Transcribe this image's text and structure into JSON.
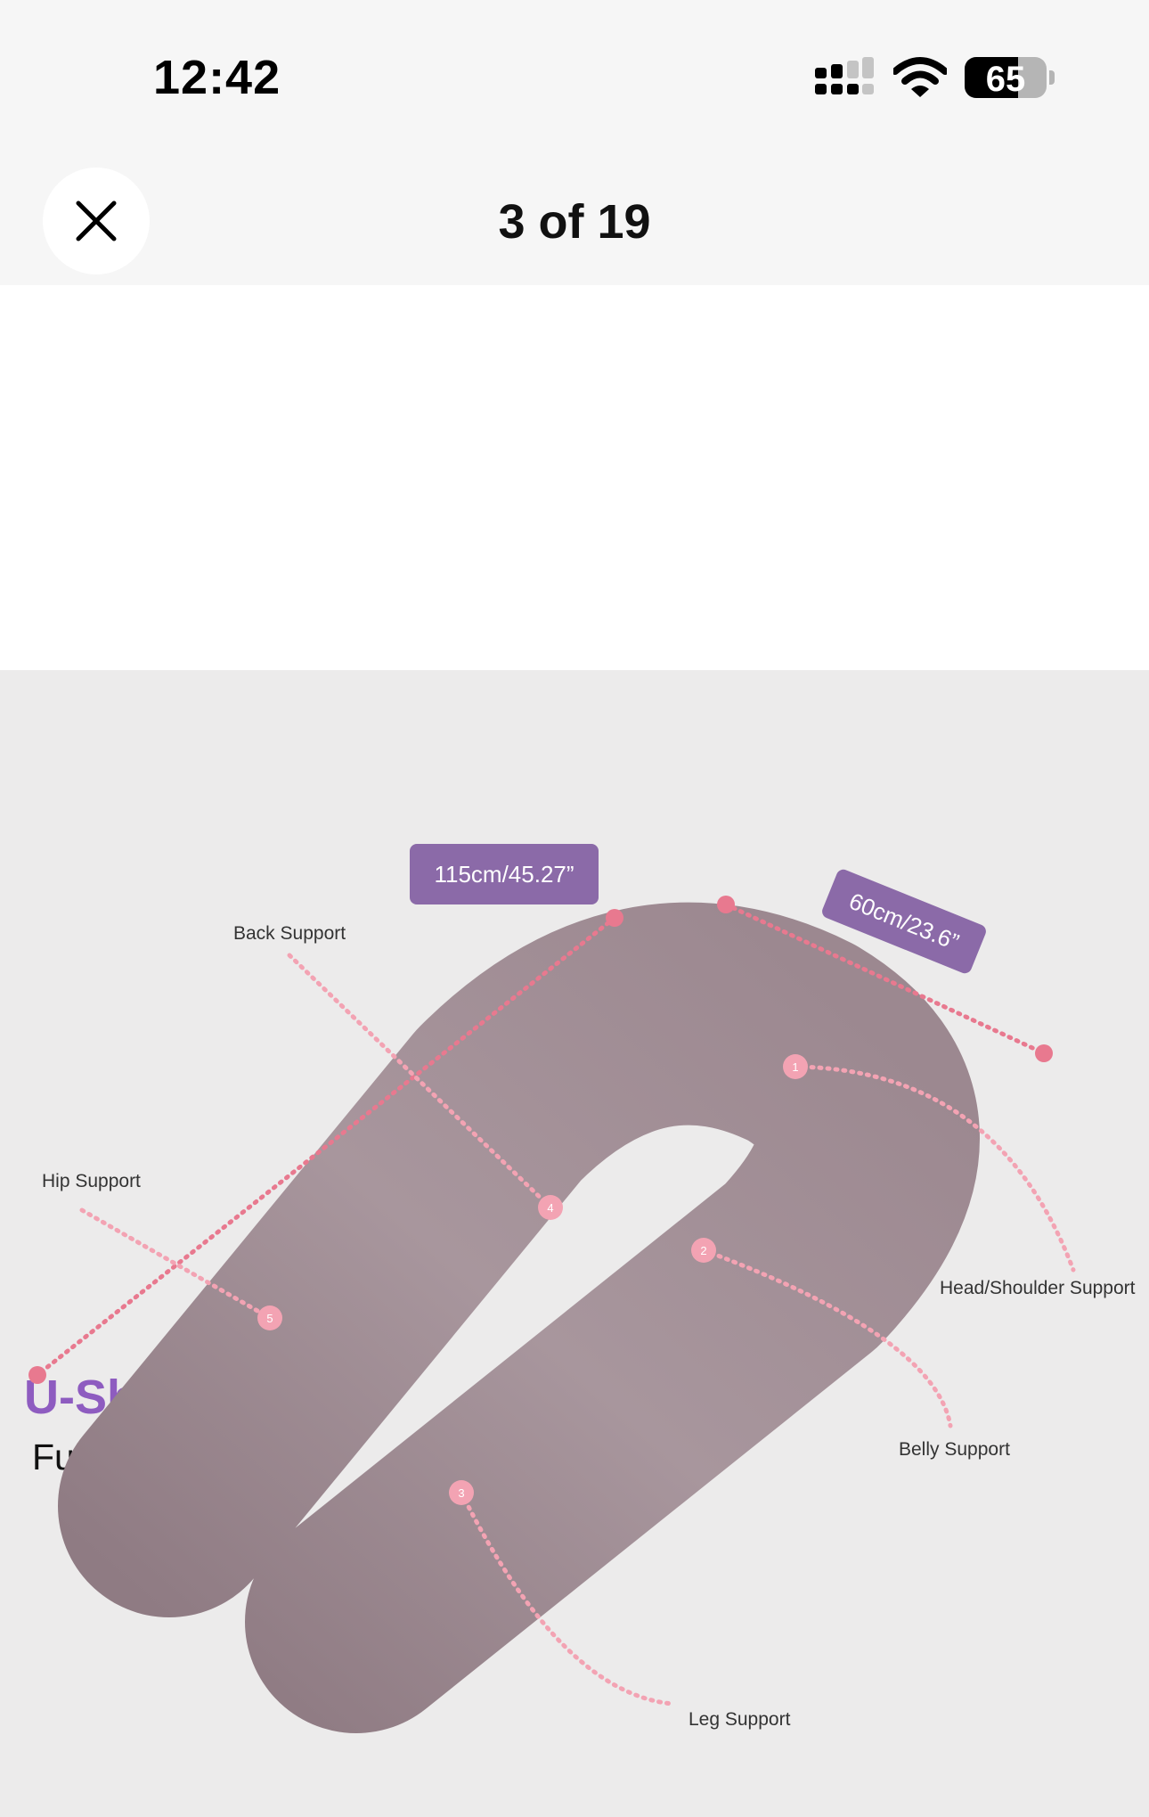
{
  "status_bar": {
    "time": "12:42",
    "battery": "65",
    "battery_level_percent": 65,
    "icons": [
      "signal-icon",
      "wifi-icon",
      "battery-icon"
    ]
  },
  "header": {
    "title": "3 of 19",
    "close_icon": "close-icon"
  },
  "product_image": {
    "title": "U-Shaped Pilow",
    "subtitle": "Full Body Support",
    "dimension_length": "115cm/45.27”",
    "dimension_width": "60cm/23.6”",
    "labels": {
      "back": "Back Support",
      "hip": "Hip Support",
      "head": "Head/Shoulder Support",
      "belly": "Belly Support",
      "leg": "Leg Support"
    },
    "markers": [
      "1",
      "2",
      "3",
      "4",
      "5"
    ],
    "colors": {
      "title": "#8e5cc0",
      "badge": "#8b6aa8",
      "dots": "#e8798f",
      "pillow": "#a5939a"
    }
  }
}
